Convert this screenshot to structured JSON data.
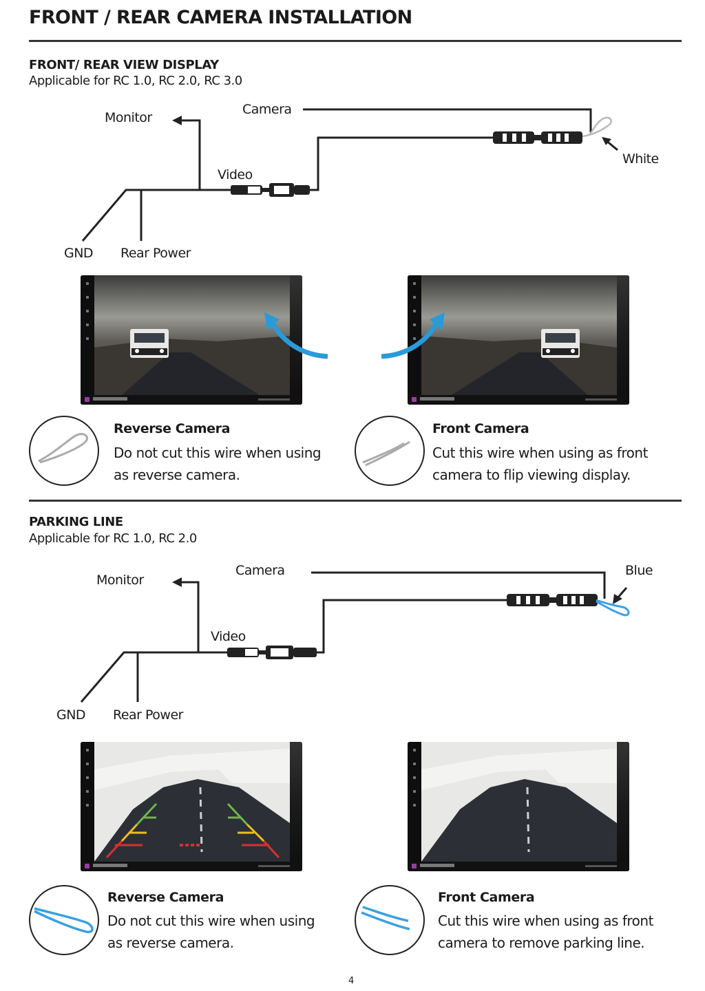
{
  "page": {
    "title": "FRONT / REAR CAMERA INSTALLATION",
    "page_number": "4"
  },
  "section_display": {
    "heading": "FRONT/ REAR VIEW DISPLAY",
    "applicable": "Applicable for RC 1.0, RC 2.0, RC 3.0",
    "diagram": {
      "monitor": "Monitor",
      "camera": "Camera",
      "video": "Video",
      "gnd": "GND",
      "rear_power": "Rear Power",
      "wire_color_label": "White",
      "wire_color": "#b8b8b8"
    },
    "left": {
      "title": "Reverse Camera",
      "line1": "Do not cut this wire when using",
      "line2": "as reverse camera."
    },
    "right": {
      "title": "Front Camera",
      "line1": "Cut this wire when using as front",
      "line2": "camera to flip viewing display."
    }
  },
  "section_parking": {
    "heading": "PARKING LINE",
    "applicable": "Applicable for RC 1.0, RC 2.0",
    "diagram": {
      "monitor": "Monitor",
      "camera": "Camera",
      "video": "Video",
      "gnd": "GND",
      "rear_power": "Rear Power",
      "wire_color_label": "Blue",
      "wire_color": "#3aa0e0"
    },
    "left": {
      "title": "Reverse Camera",
      "line1": "Do not cut this wire when using",
      "line2": "as reverse camera."
    },
    "right": {
      "title": "Front Camera",
      "line1": "Cut this wire when using as front",
      "line2": "camera to remove parking line."
    }
  },
  "colors": {
    "accent_arrow": "#2a9ad8",
    "rule": "#333333",
    "parking_green": "#6bb84a",
    "parking_yellow": "#e8c020",
    "parking_red": "#d93030"
  }
}
